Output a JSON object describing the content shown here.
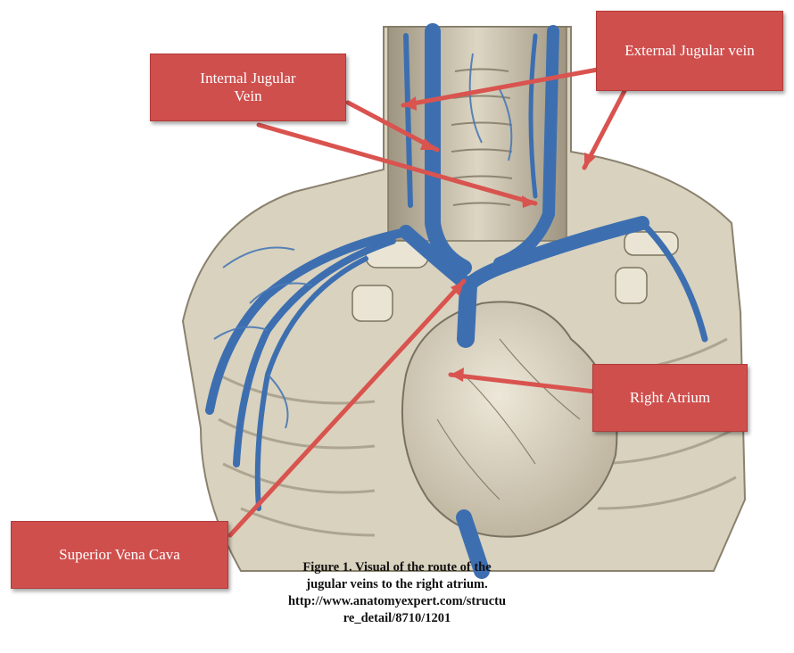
{
  "labels": {
    "internal_jugular": "Internal Jugular Vein",
    "external_jugular": "External Jugular vein",
    "right_atrium": "Right Atrium",
    "superior_vena_cava": "Superior Vena Cava"
  },
  "caption": {
    "line1": "Figure 1. Visual of the route of the",
    "line2": "jugular veins to the right atrium.",
    "line3": "http://www.anatomyexpert.com/structu",
    "line4": "re_detail/8710/1201"
  },
  "colors": {
    "label_fill": "#cf4f4d",
    "arrow": "#d9534f",
    "vein": "#3d6fb0",
    "tissue": "#e6e0cf",
    "tissue_shade": "#b9b19c"
  }
}
